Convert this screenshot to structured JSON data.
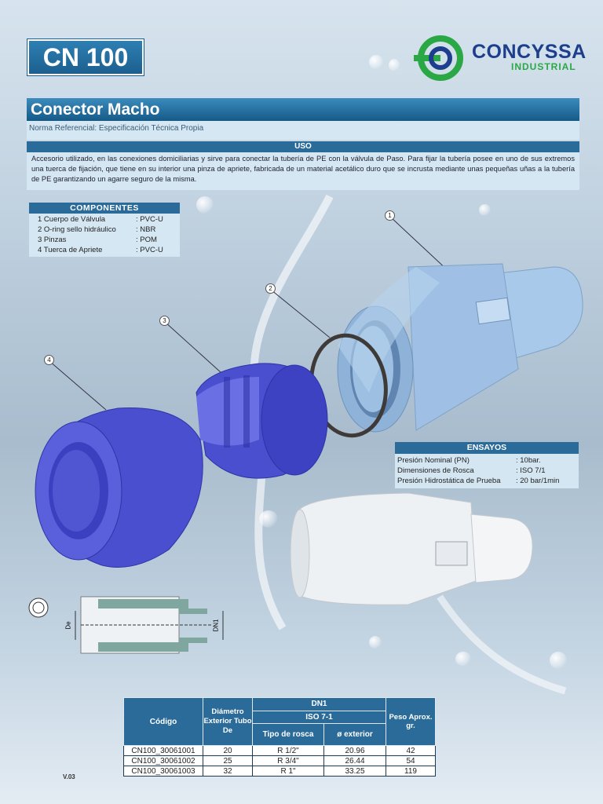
{
  "header": {
    "model_code": "CN 100",
    "brand": "CONCYSSA",
    "brand_sub": "INDUSTRIAL"
  },
  "product": {
    "title": "Conector Macho",
    "norma": "Norma Referencial: Especificación Técnica Propia"
  },
  "uso": {
    "heading": "USO",
    "text": "Accesorio utilizado, en las conexiones domiciliarias y sirve para conectar la tubería de PE con la válvula de Paso. Para fijar la tubería posee en uno de sus extremos una tuerca de fijación, que tiene en su interior una pinza de apriete, fabricada de un material acetálico duro que se incrusta mediante unas pequeñas uñas a la tubería de PE garantizando un agarre seguro de la misma."
  },
  "componentes": {
    "heading": "COMPONENTES",
    "items": [
      {
        "name": "1 Cuerpo de Válvula",
        "value": ": PVC-U"
      },
      {
        "name": "2 O-ring sello hidráulico",
        "value": ": NBR"
      },
      {
        "name": "3 Pinzas",
        "value": ": POM"
      },
      {
        "name": "4 Tuerca de Apriete",
        "value": ": PVC-U"
      }
    ]
  },
  "ensayos": {
    "heading": "ENSAYOS",
    "items": [
      {
        "name": "Presión Nominal (PN)",
        "value": ": 10bar."
      },
      {
        "name": "Dimensiones de Rosca",
        "value": ": ISO 7/1"
      },
      {
        "name": "Presión Hidrostática de Prueba",
        "value": ": 20 bar/1min"
      }
    ]
  },
  "callouts": [
    "1",
    "2",
    "3",
    "4"
  ],
  "drawing_labels": {
    "de": "De",
    "dn1": "DN1"
  },
  "table": {
    "headers": {
      "codigo": "Código",
      "diametro": "Diámetro Exterior Tubo",
      "diametro_sub": "De",
      "dn1": "DN1",
      "iso": "ISO 7-1",
      "tipo_rosca": "Tipo de rosca",
      "exterior": "ø exterior",
      "peso": "Peso Aprox. gr."
    },
    "rows": [
      {
        "codigo": "CN100_30061001",
        "de": "20",
        "rosca": "R 1/2\"",
        "ext": "20.96",
        "peso": "42"
      },
      {
        "codigo": "CN100_30061002",
        "de": "25",
        "rosca": "R 3/4\"",
        "ext": "26.44",
        "peso": "54"
      },
      {
        "codigo": "CN100_30061003",
        "de": "32",
        "rosca": "R 1\"",
        "ext": "33.25",
        "peso": "119"
      }
    ]
  },
  "version": "V.03",
  "colors": {
    "accent": "#2a6b9a",
    "brand_blue": "#1d3e8c",
    "brand_green": "#2aa845",
    "part_blue": "#4a4fd0",
    "body_lightblue": "#a9c9ea"
  }
}
